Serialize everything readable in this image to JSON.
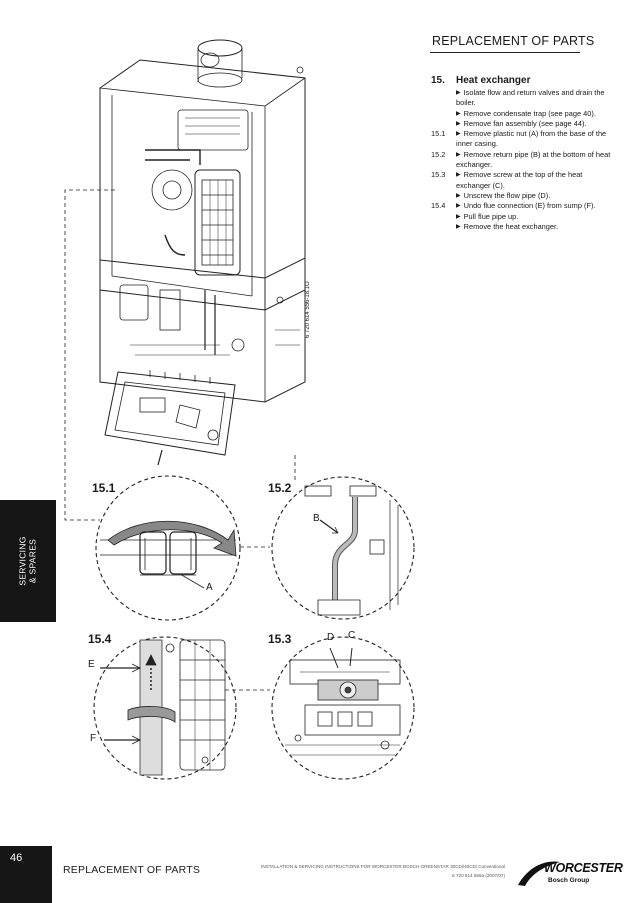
{
  "header": {
    "title": "REPLACEMENT OF PARTS"
  },
  "instructions": {
    "heading_num": "15.",
    "heading": "Heat exchanger",
    "steps": [
      {
        "num": "",
        "text": "Isolate flow and return valves and drain the boiler."
      },
      {
        "num": "",
        "text": "Remove condensate trap (see page 40)."
      },
      {
        "num": "",
        "text": "Remove fan assembly (see page 44)."
      },
      {
        "num": "15.1",
        "text": "Remove plastic nut (A) from the base of the inner casing."
      },
      {
        "num": "15.2",
        "text": "Remove return pipe (B) at the bottom of heat exchanger."
      },
      {
        "num": "15.3",
        "text": "Remove screw at the top of the heat exchanger (C)."
      },
      {
        "num": "",
        "text": "Unscrew the flow pipe (D)."
      },
      {
        "num": "15.4",
        "text": "Undo flue connection (E) from sump (F)."
      },
      {
        "num": "",
        "text": "Pull flue pipe up."
      },
      {
        "num": "",
        "text": "Remove the heat exchanger."
      }
    ]
  },
  "diagram": {
    "code": "6 720 614 556-18.1O",
    "details": [
      {
        "label": "15.1",
        "callouts": [
          "A"
        ]
      },
      {
        "label": "15.2",
        "callouts": [
          "B"
        ]
      },
      {
        "label": "15.4",
        "callouts": [
          "E",
          "F"
        ]
      },
      {
        "label": "15.3",
        "callouts": [
          "D",
          "C"
        ]
      }
    ]
  },
  "side_tab": {
    "line1": "SERVICING",
    "line2": "& SPARES"
  },
  "footer": {
    "page_number": "46",
    "section_title": "REPLACEMENT OF PARTS",
    "doc_line": "INSTALLATION & SERVICING INSTRUCTIONS FOR WORCESTER BOSCH GREENSTAR 30CDi/40CDi Conventional",
    "doc_ref": "6 720 614 556a (2007/07)",
    "brand_name": "WORCESTER",
    "brand_sub": "Bosch Group"
  }
}
